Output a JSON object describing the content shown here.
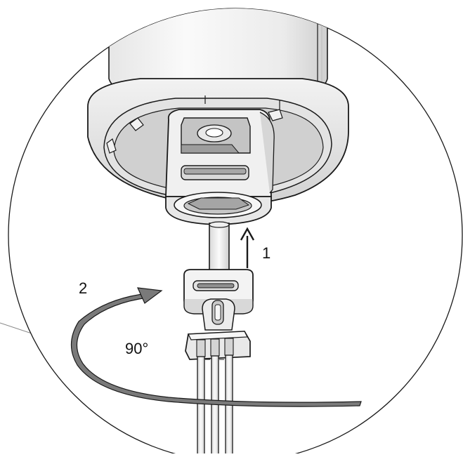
{
  "labels": {
    "step_1": "1",
    "step_2": "2",
    "rotation": "90°"
  },
  "colors": {
    "outline": "#1a1a1a",
    "part_light": "#f4f4f4",
    "part_mid": "#dcdcdc",
    "part_dark": "#a9a9a9",
    "arrow_fill": "#777777"
  }
}
